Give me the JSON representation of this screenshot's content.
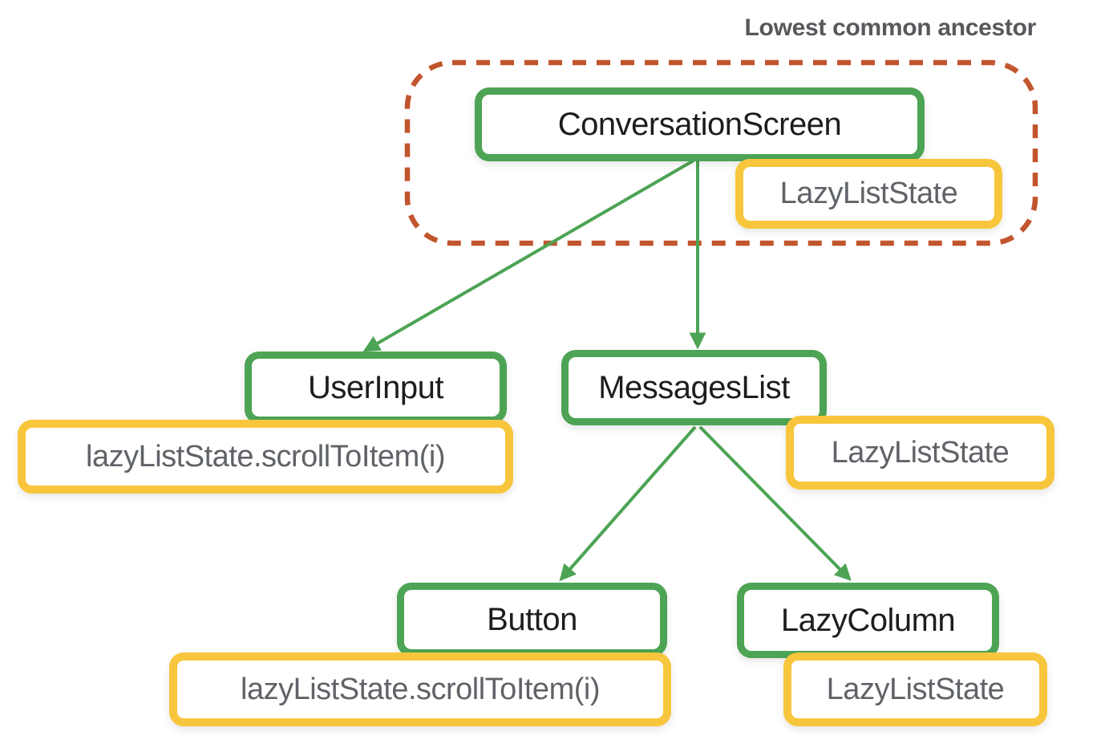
{
  "diagram": {
    "ancestor": {
      "title": "Lowest common ancestor",
      "members": [
        "ConversationScreen",
        "LazyListState"
      ]
    },
    "nodes": [
      {
        "id": "conversation-screen",
        "label": "ConversationScreen"
      },
      {
        "id": "user-input",
        "label": "UserInput"
      },
      {
        "id": "messages-list",
        "label": "MessagesList"
      },
      {
        "id": "button",
        "label": "Button"
      },
      {
        "id": "lazy-column",
        "label": "LazyColumn"
      }
    ],
    "states": [
      {
        "id": "conversationscreen-lazyliststate",
        "label": "LazyListState",
        "attached_to": "ConversationScreen"
      },
      {
        "id": "userinput-scroll-call",
        "label": "lazyListState.scrollToItem(i)",
        "attached_to": "UserInput"
      },
      {
        "id": "messageslist-lazyliststate",
        "label": "LazyListState",
        "attached_to": "MessagesList"
      },
      {
        "id": "button-scroll-call",
        "label": "lazyListState.scrollToItem(i)",
        "attached_to": "Button"
      },
      {
        "id": "lazycolumn-lazyliststate",
        "label": "LazyListState",
        "attached_to": "LazyColumn"
      }
    ],
    "edges": [
      {
        "from": "ConversationScreen",
        "to": "UserInput"
      },
      {
        "from": "ConversationScreen",
        "to": "MessagesList"
      },
      {
        "from": "MessagesList",
        "to": "Button"
      },
      {
        "from": "MessagesList",
        "to": "LazyColumn"
      }
    ]
  },
  "colors": {
    "node-border": "#4CA454",
    "state-border": "#F8C63C",
    "ancestor-outline": "#C1552D",
    "arrow": "#4CA454",
    "node-text": "#1D1D1F",
    "state-text": "#5F6368",
    "title-text": "#57585B",
    "canvas-bg": "#FFFFFF"
  }
}
